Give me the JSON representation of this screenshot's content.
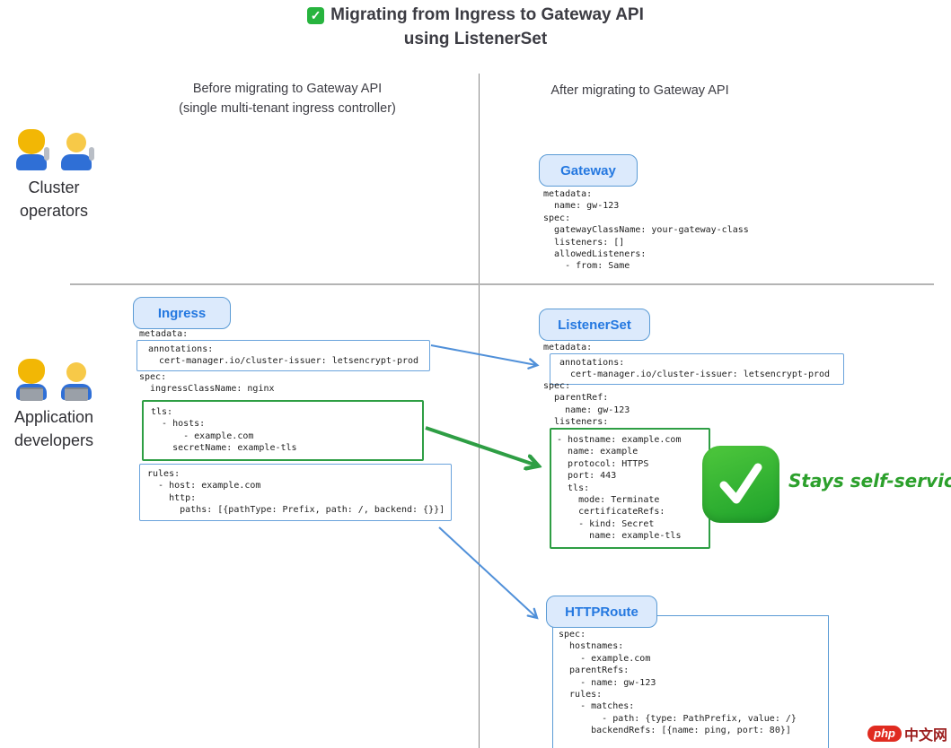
{
  "title": {
    "check_emoji": "✅",
    "line1": "Migrating from Ingress to Gateway API",
    "line2": "using ListenerSet"
  },
  "columns": {
    "before_line1": "Before migrating to Gateway API",
    "before_line2": "(single multi-tenant ingress controller)",
    "after": "After migrating to Gateway API"
  },
  "actors": {
    "cluster_operators": {
      "label": "Cluster operators",
      "icons": [
        "woman-mechanic-emoji",
        "man-mechanic-emoji"
      ]
    },
    "application_developers": {
      "label": "Application developers",
      "icons": [
        "woman-technologist-emoji",
        "man-technologist-emoji"
      ]
    }
  },
  "gateway": {
    "label": "Gateway",
    "code": "metadata:\n  name: gw-123\nspec:\n  gatewayClassName: your-gateway-class\n  listeners: []\n  allowedListeners:\n    - from: Same"
  },
  "ingress": {
    "label": "Ingress",
    "metadata_line": "metadata:",
    "annotations_code": "annotations:\n  cert-manager.io/cluster-issuer: letsencrypt-prod",
    "spec_code": "spec:\n  ingressClassName: nginx",
    "tls_code": "tls:\n  - hosts:\n      - example.com\n    secretName: example-tls",
    "rules_code": "rules:\n  - host: example.com\n    http:\n      paths: [{pathType: Prefix, path: /, backend: {}}]"
  },
  "listenerset": {
    "label": "ListenerSet",
    "metadata_line": "metadata:",
    "annotations_code": "annotations:\n  cert-manager.io/cluster-issuer: letsencrypt-prod",
    "spec_code": "spec:\n  parentRef:\n    name: gw-123\n  listeners:",
    "listeners_code": "- hostname: example.com\n  name: example\n  protocol: HTTPS\n  port: 443\n  tls:\n    mode: Terminate\n    certificateRefs:\n    - kind: Secret\n      name: example-tls"
  },
  "httproute": {
    "label": "HTTPRoute",
    "code": "spec:\n  hostnames:\n    - example.com\n  parentRefs:\n    - name: gw-123\n  rules:\n    - matches:\n        - path: {type: PathPrefix, value: /}\n      backendRefs: [{name: ping, port: 80}]"
  },
  "annotations": {
    "check_emoji": "✅",
    "stays_self_service": "Stays self-service"
  },
  "watermark": {
    "php": "php",
    "cn": "中文网"
  },
  "colors": {
    "label_bg": "#dceafc",
    "label_border": "#5b9bd5",
    "label_text": "#2478e0",
    "blue_box_border": "#6aa3dc",
    "green_box_border": "#2e9e44",
    "arrow_blue": "#5090d9",
    "arrow_green": "#2e9e44",
    "check_green": "#27b43e",
    "note_green": "#2ca02c"
  }
}
